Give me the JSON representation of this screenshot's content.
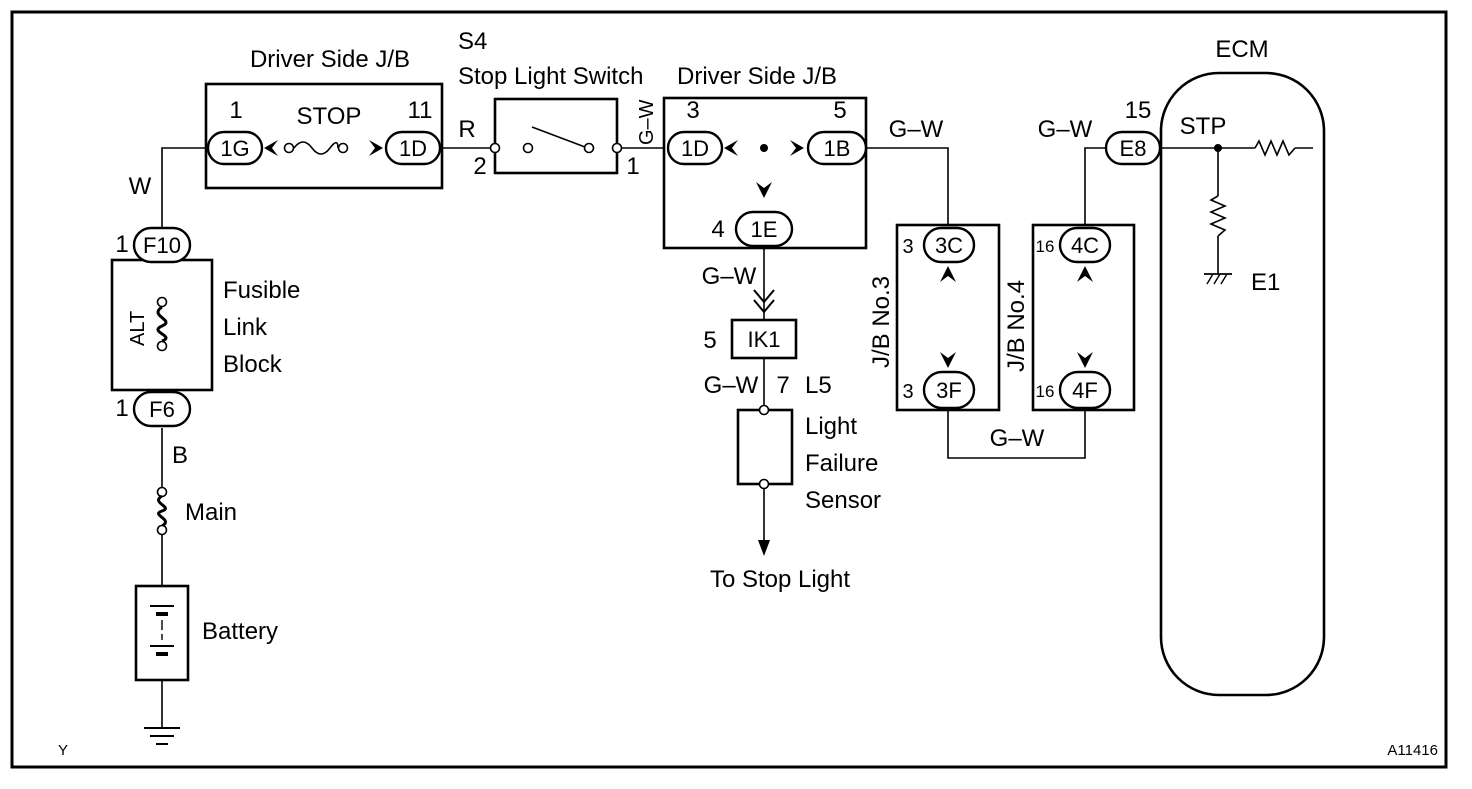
{
  "corner_left": "Y",
  "figure_id": "A11416",
  "fusible": {
    "title_line1": "Fusible",
    "title_line2": "Link",
    "title_line3": "Block",
    "fuse_name": "ALT",
    "top_connector": "F10",
    "top_pin": "1",
    "bottom_connector": "F6",
    "bottom_pin": "1"
  },
  "wire_colors": {
    "w": "W",
    "b": "B",
    "r": "R",
    "gw": "G–W"
  },
  "main_fuse": "Main",
  "battery": "Battery",
  "jb_left": {
    "title": "Driver Side J/B",
    "fuse_name": "STOP",
    "left_connector": "1G",
    "left_pin": "1",
    "right_connector": "1D",
    "right_pin": "11"
  },
  "switch": {
    "code": "S4",
    "name": "Stop Light Switch",
    "pin_left": "2",
    "pin_right": "1"
  },
  "jb_right": {
    "title": "Driver Side J/B",
    "left_connector": "1D",
    "left_pin": "3",
    "right_connector": "1B",
    "right_pin": "5",
    "bottom_connector": "1E",
    "bottom_pin": "4"
  },
  "ik1": {
    "connector": "IK1",
    "pin": "5"
  },
  "sensor": {
    "code": "L5",
    "pin": "7",
    "line1": "Light",
    "line2": "Failure",
    "line3": "Sensor",
    "destination": "To Stop Light"
  },
  "jb3": {
    "name": "J/B No.3",
    "top_connector": "3C",
    "top_pin": "3",
    "bottom_connector": "3F",
    "bottom_pin": "3"
  },
  "jb4": {
    "name": "J/B No.4",
    "top_connector": "4C",
    "top_pin": "16",
    "bottom_connector": "4F",
    "bottom_pin": "16"
  },
  "ecm": {
    "title": "ECM",
    "connector": "E8",
    "pin": "15",
    "terminal": "STP",
    "ground": "E1"
  }
}
